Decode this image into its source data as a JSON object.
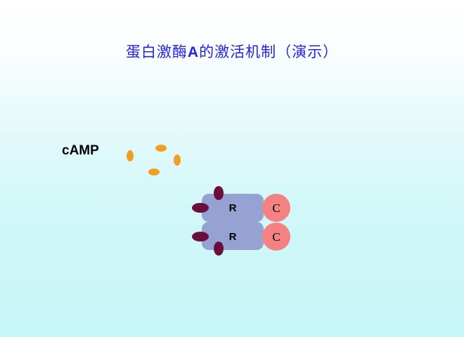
{
  "title": {
    "part1": "蛋白激酶",
    "letter": "A",
    "part2": "的激活机制（演示）"
  },
  "molecule_label": "cAMP",
  "subunits": {
    "regulatory": [
      "R",
      "R"
    ],
    "catalytic": [
      "C",
      "C"
    ]
  },
  "colors": {
    "title": "#2323e0",
    "camp": "#f0a020",
    "regulatory": "#96a2d2",
    "catalytic": "#f48282",
    "binding_site": "#6a0f3c"
  }
}
